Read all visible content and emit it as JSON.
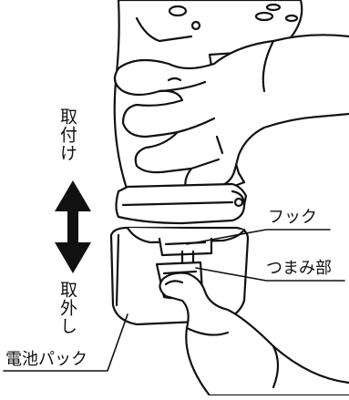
{
  "labels": {
    "attach": "取付け",
    "detach": "取外し",
    "hook": "フック",
    "knob": "つまみ部",
    "battery_pack": "電池パック"
  },
  "colors": {
    "line": "#111111",
    "fill": "#ffffff"
  },
  "icons": {
    "direction_arrow": "double-vertical-arrow-icon"
  }
}
